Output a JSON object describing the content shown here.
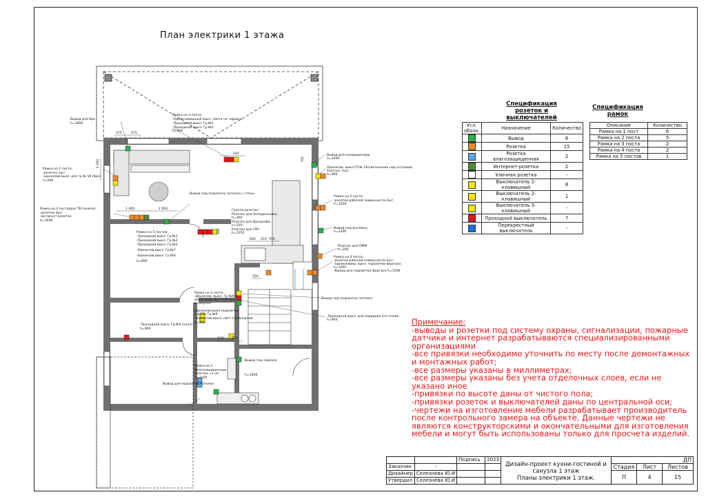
{
  "title": "План электрики 1 этажа",
  "spec_sockets": {
    "title": "Спецификация розеток и выключателей",
    "headers": [
      "Усл. обозн.",
      "Назначение",
      "Количество"
    ],
    "rows": [
      {
        "name": "Вывод",
        "qty": "8",
        "color": "#2bb24c"
      },
      {
        "name": "Розетка",
        "qty": "15",
        "color": "#f08a24"
      },
      {
        "name": "Розетка влагозащищенная",
        "qty": "2",
        "color": "#5aa9e6"
      },
      {
        "name": "Интернет-розетка",
        "qty": "2",
        "color": "#4e8c3a"
      },
      {
        "name": "Уличная розетка",
        "qty": "-",
        "color": "#ffffff"
      },
      {
        "name": "Выключатель 1-клавишный",
        "qty": "8",
        "color": "#f4e600"
      },
      {
        "name": "Выключатель 2-клавишный",
        "qty": "1",
        "color": "#f4e600"
      },
      {
        "name": "Выключатель 3-клавишный",
        "qty": "-",
        "color": "#f4e600"
      },
      {
        "name": "Проходной выключатель",
        "qty": "7",
        "color": "#e8161a"
      },
      {
        "name": "Перекрестный выключатель",
        "qty": "-",
        "color": "#1e6fd9"
      }
    ]
  },
  "spec_frames": {
    "title": "Спецификация рамок",
    "headers": [
      "Описание",
      "Количество"
    ],
    "rows": [
      {
        "name": "Рамка на 1 пост",
        "qty": "6"
      },
      {
        "name": "Рамка на 2 поста",
        "qty": "5"
      },
      {
        "name": "Рамка на 3 поста",
        "qty": "2"
      },
      {
        "name": "Рамка на 4 поста",
        "qty": "2"
      },
      {
        "name": "Рамка на 5 постов",
        "qty": "1"
      }
    ]
  },
  "notes": {
    "heading": "Примечание:",
    "lines": [
      "-выводы и розетки под систему охраны, сигнализации, пожарные датчики и интернет разрабатываются специализированными организациями",
      "-все привязки необходимо уточнить по месту после демонтажных и монтажных работ;",
      "-все размеры указаны в миллиметрах;",
      "-все размеры указаны без учета отделочных слоев, если не указано иное",
      "-привязки по высоте даны от чистого пола;",
      "-привязки розеток и выключателей даны по центральной оси;",
      "-чертежи на изготовление мебели разрабатывает производитель после контрольного замера на объекте. Данные чертежи не являются конструкторскими и окончательными для изготовления мебели и могут быть использованы только для просчета изделий."
    ]
  },
  "stamp": {
    "podpis": "Подпись",
    "year": "2023",
    "zakazchik": "Заказчик",
    "dash": "-",
    "designer_role": "Дизайнер",
    "designer_name": "Селезнева Ю.И",
    "approver_role": "Утвердил",
    "approver_name": "Селезнева Ю.И",
    "project_title": "Дизайн-проект кухни-гостиной и санузла 1 этаж",
    "sheet_title": "Планы электрики 1 этаж.",
    "code": "ДП",
    "h_stage": "Стадия",
    "h_sheet": "Лист",
    "h_sheets": "Листов",
    "stage": "П",
    "sheet": "4",
    "sheets": "15"
  },
  "plan_labels": {
    "l1": "Вывод для бра",
    "l1h": "h=1800",
    "l2": "Рамка на 3 поста:",
    "l2a": "-Одноклавишный выкл. света на террасе,",
    "l2b": "-Проходной выкл. Гр.№1",
    "l2c": "-Проходной выкл. Гр.№2",
    "l2h": "h=900",
    "l3": "Рамка на 2 поста:",
    "l3a": "-розетка-1шт",
    "l3b": "-одноклав.выкл. для гр.№ 18 (бра)",
    "l3h": "h=600",
    "l4": "Рамка на 4 поста(для ТВ панели):",
    "l4a": "-розетка-3шт",
    "l4b": "-интернет-розетка",
    "l4h": "h=1600",
    "l5": "Вывод под подсветку потолка с стены",
    "l6": "Рамка на 5 постов",
    "l6a": "-Проходной выкл. Гр.№1",
    "l6b": "-Проходной выкл. Гр.№2",
    "l6c": "-Проходной выкл. Гр.№3",
    "l6d": "-Одноклав.выкл. Гр.№7",
    "l6e": "-Одноклав.выкл. Гр.№4",
    "l6h": "h=900",
    "l7": "Группа розеток:",
    "l7a": "Розетка для Холодильника",
    "l7b": "h=300",
    "l7c": "Розетка для Духшкафа",
    "l7d": "h=550",
    "l7e": "Розетка для СВЧ",
    "l7f": "h=1550",
    "l8": "Вывод для кондиционера",
    "l8h": "h=2400",
    "l9": "Одноклав. выкл.ГР.№ 16(светильник над островом",
    "l9a": "Розетка -1шт",
    "l9h": "h=900",
    "l10": "Рамка на 2 поста:",
    "l10a": "-розетки рабочей поверхности-2шт",
    "l10h": "h=1050",
    "l11": "Вывод под вытяжку",
    "l11h": "h=2300",
    "l12": "Розетка для ПММ",
    "l12h": "h=300",
    "l13": "Рамка на 4 поста:",
    "l13a": "-розетки рабочей поверхности-3шт",
    "l13b": "-одноклавиш. выкл. подсветки фартука",
    "l13h": "h=1050",
    "l13c": "-Вывод для подсветки фартука h=1500",
    "l14": "Рамка на 3 поста",
    "l14a": "-Двухклав. выкл. Гр.№9 и",
    "l14b": "включение Вентилятора",
    "l14c": "в санузле",
    "l15": "Вывод под подсветку потолка",
    "l16": "-Проходной выкл. для коридора 2го этажа",
    "l16h": "h=900",
    "l17": "Одноклав.выкл.подсветки",
    "l17a": "в душе Гр.№9",
    "l17b": "-Одноклав.выкл. свет в бойлерной",
    "l17h": "h=900",
    "l18": "-Проходной выкл. Гр.№5 (холл)",
    "l18h": "h=900",
    "l19": "Рамка на 2",
    "l19a": "Влагозащищенные",
    "l19b": "розетки =2 шт",
    "l19h": "h=1100",
    "l20": "Вывод под зеркало",
    "l20h": "h=1800",
    "l21": "Вывод для подсветки потолка",
    "d1": "575",
    "d2": "575",
    "d3": "550",
    "d4": "1 400",
    "d5": "1 950",
    "d6": "690",
    "d7": "210",
    "d8": "550",
    "d9": "550",
    "d10": "1 500",
    "d11": "300",
    "d12": "700",
    "d13": "575",
    "d14": "575"
  }
}
